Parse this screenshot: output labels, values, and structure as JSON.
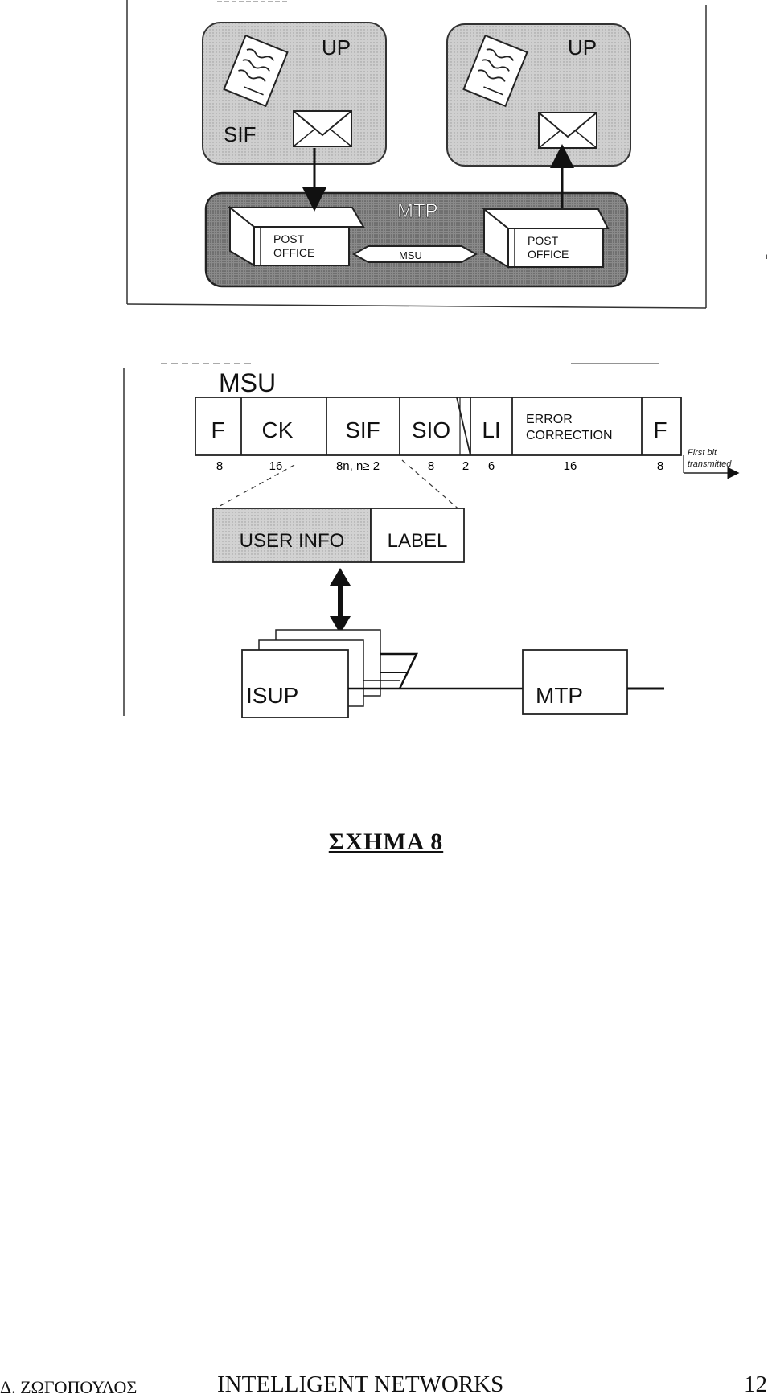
{
  "top_diagram": {
    "up_left": "UP",
    "up_right": "UP",
    "sif": "SIF",
    "mtp": "MTP",
    "post_office_left": [
      "POST",
      "OFFICE"
    ],
    "post_office_right": [
      "POST",
      "OFFICE"
    ],
    "msu_arrow": "MSU"
  },
  "msu_diagram": {
    "title": "MSU",
    "fields": [
      {
        "label": "F",
        "bits": "8"
      },
      {
        "label": "CK",
        "bits": "16"
      },
      {
        "label": "SIF",
        "bits": "8n, n≥ 2"
      },
      {
        "label": "SIO",
        "bits": "8"
      },
      {
        "label": "",
        "bits": "2"
      },
      {
        "label": "LI",
        "bits": "6"
      },
      {
        "label": "ERROR CORRECTION",
        "bits": "16"
      },
      {
        "label": "F",
        "bits": "8"
      }
    ],
    "error_lines": [
      "ERROR",
      "CORRECTION"
    ],
    "first_bit_note": [
      "First bit",
      "transmitted"
    ],
    "user_info": "USER INFO",
    "label": "LABEL",
    "isup": "ISUP",
    "mtp": "MTP"
  },
  "caption": "ΣΧΗΜΑ 8",
  "footer": {
    "author": "Δ. ΖΩΓΟΠΟΥΛΟΣ",
    "title": "INTELLIGENT NETWORKS",
    "page": "12"
  },
  "colors": {
    "up_box": "#cfcfcf",
    "mtp_band": "#8a8a8a",
    "user_info": "#d2d2d2",
    "ink": "#111111"
  }
}
